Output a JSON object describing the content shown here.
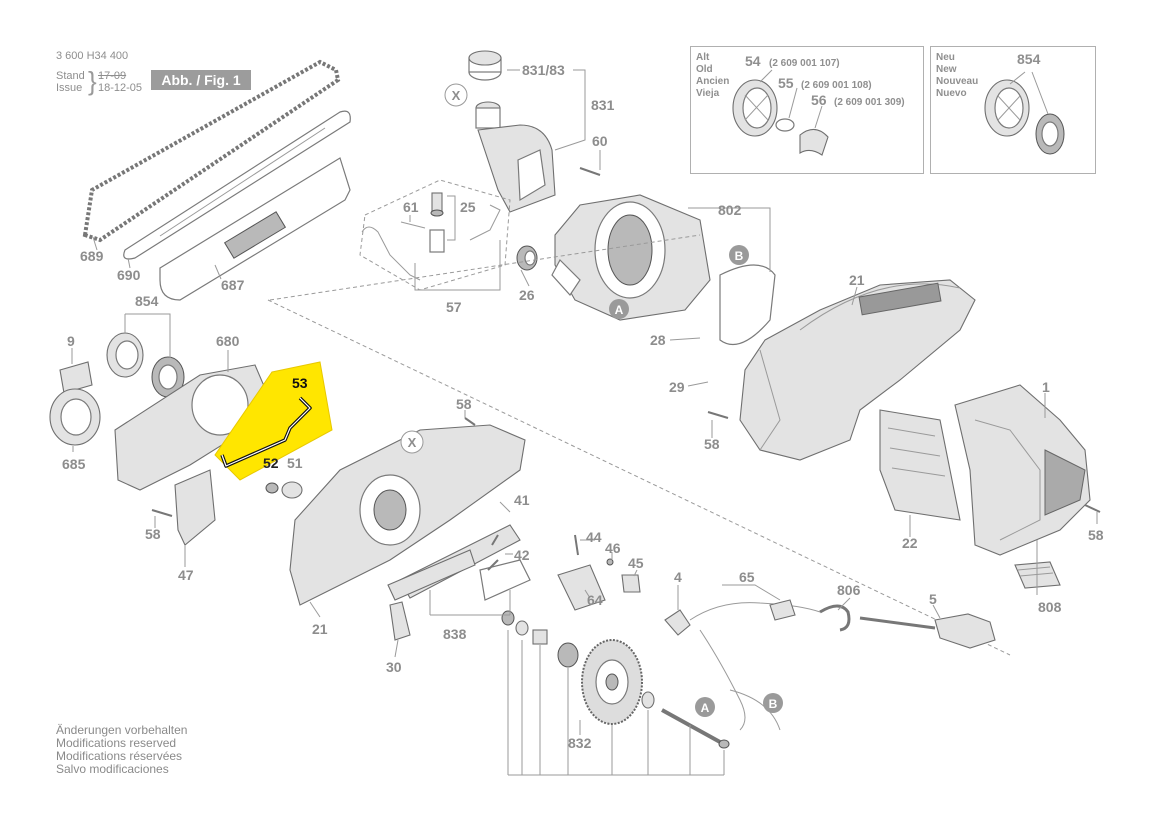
{
  "header": {
    "doc_number": "3 600 H34 400",
    "stand_label": "Stand",
    "issue_label": "Issue",
    "stand_old": "17-09",
    "issue_date": "18-12-05",
    "figure_label": "Abb. / Fig. 1"
  },
  "old_box": {
    "languages": [
      "Alt",
      "Old",
      "Ancien",
      "Vieja"
    ],
    "parts": [
      {
        "number": "54",
        "code": "(2 609 001 107)"
      },
      {
        "number": "55",
        "code": "(2 609 001 108)"
      },
      {
        "number": "56",
        "code": "(2 609 001 309)"
      }
    ]
  },
  "new_box": {
    "languages": [
      "Neu",
      "New",
      "Nouveau",
      "Nuevo"
    ],
    "part_number": "854"
  },
  "part_labels": {
    "p831_83": "831/83",
    "p831": "831",
    "p60": "60",
    "p802": "802",
    "p689": "689",
    "p690": "690",
    "p687": "687",
    "p61": "61",
    "p25": "25",
    "p57": "57",
    "p26": "26",
    "p21_top": "21",
    "p28": "28",
    "p29": "29",
    "p58_right": "58",
    "p1": "1",
    "p22": "22",
    "p58_far": "58",
    "p808": "808",
    "p854": "854",
    "p9": "9",
    "p680": "680",
    "p685": "685",
    "p53": "53",
    "p52": "52",
    "p51": "51",
    "p58_left": "58",
    "p47": "47",
    "p58_mid": "58",
    "p41": "41",
    "p42": "42",
    "p21_bottom": "21",
    "p838": "838",
    "p30": "30",
    "p44": "44",
    "p46": "46",
    "p45": "45",
    "p64": "64",
    "p4": "4",
    "p65": "65",
    "p806": "806",
    "p5": "5",
    "p832": "832"
  },
  "badges": {
    "a": "A",
    "b": "B",
    "x": "X"
  },
  "footer": {
    "lines": [
      "Änderungen vorbehalten",
      "Modifications reserved",
      "Modifications réservées",
      "Salvo modificaciones"
    ]
  },
  "colors": {
    "highlight": "#ffe600",
    "line": "#9a9a9a",
    "text": "#8d8d8d"
  }
}
